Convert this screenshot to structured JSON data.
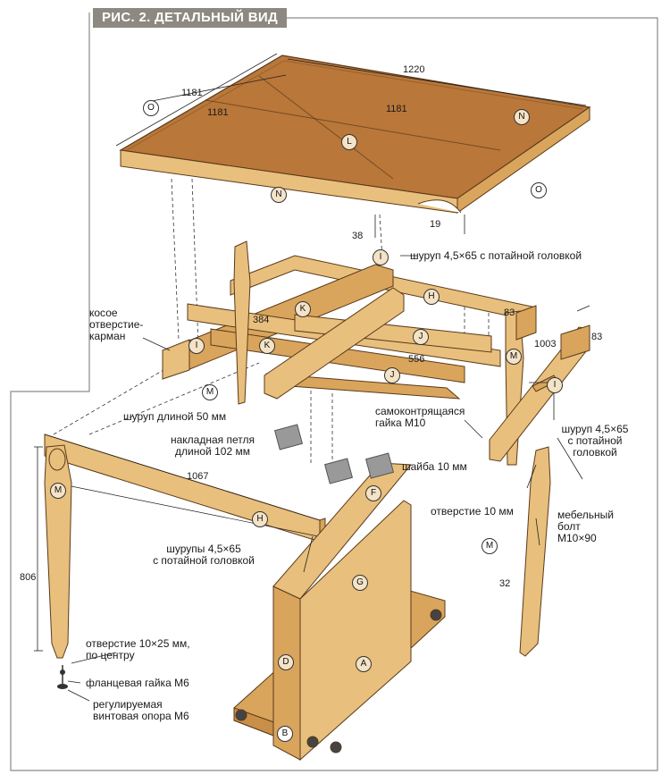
{
  "figure_title": "РИС. 2. ДЕТАЛЬНЫЙ ВИД",
  "colors": {
    "wood_face": "#d9a55c",
    "wood_side": "#e8bf7c",
    "tabletop": "#b9773a",
    "frame": "#888888",
    "title_tab_bg": "#8d8880"
  },
  "part_letters": {
    "top_L": "L",
    "top_N_front": "N",
    "top_N_back": "N",
    "top_O_left": "O",
    "top_O_right": "O",
    "I_top": "I",
    "H_top": "H",
    "K_1": "K",
    "K_2": "K",
    "J_1": "J",
    "J_2": "J",
    "I_left": "I",
    "M_upper": "M",
    "M_right": "M",
    "I_right": "I",
    "M_left": "M",
    "H_left": "H",
    "F": "F",
    "G": "G",
    "D": "D",
    "A": "A",
    "B": "B",
    "M_leg": "M"
  },
  "dimensions": {
    "top_width": "1220",
    "top_depth_outer": "1181",
    "top_inner_left": "1181",
    "top_inner_right": "1181",
    "edge_thickness": "38",
    "notch_radius": "19",
    "frame_spacing": "384",
    "frame_height_left": "83",
    "frame_length": "556",
    "right_frame_length": "1003",
    "right_frame_height": "83",
    "rail_length": "1067",
    "leg_height": "806",
    "leg_thickness": "32"
  },
  "annotations": {
    "screw_hidden_top": "шуруп 4,5×65 с потайной головкой",
    "pocket_hole": "косое\nотверстие-\nкарман",
    "screw_50": "шуруп длиной 50 мм",
    "hinge": "накладная петля\nдлиной 102 мм",
    "locknut": "самоконтрящаяся\nгайка М10",
    "washer": "шайба 10 мм",
    "hole_10": "отверстие 10 мм",
    "screw_right": "шуруп 4,5×65\nс потайной\nголовкой",
    "furniture_bolt": "мебельный\nболт\nМ10×90",
    "screws_center": "шурупы 4,5×65\nс потайной головкой",
    "hole_leg": "отверстие 10×25 мм,\nпо центру",
    "flange_nut": "фланцевая гайка М6",
    "leveler": "регулируемая\nвинтовая опора М6"
  }
}
